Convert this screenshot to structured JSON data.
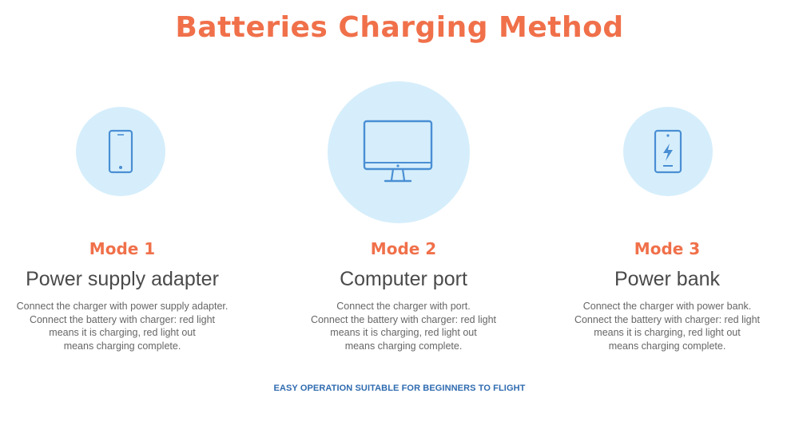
{
  "title": "Batteries Charging Method",
  "modes": [
    {
      "label": "Mode 1",
      "name": "Power supply adapter",
      "icon": "phone-icon",
      "desc": [
        "Connect the  charger with power supply adapter.",
        "Connect the battery with charger: red light",
        "means it is charging, red light out",
        "means charging complete."
      ]
    },
    {
      "label": "Mode 2",
      "name": "Computer port",
      "icon": "monitor-icon",
      "desc": [
        "Connect the  charger with port.",
        "Connect the battery with charger: red light",
        "means it is charging, red light out",
        "means charging complete."
      ]
    },
    {
      "label": "Mode 3",
      "name": "Power bank",
      "icon": "power-bank-icon",
      "desc": [
        "Connect the  charger with power bank.",
        "Connect the battery with charger: red light",
        "means it is charging, red light out",
        "means charging complete."
      ]
    }
  ],
  "footer": "EASY OPERATION SUITABLE FOR BEGINNERS TO FLIGHT",
  "colors": {
    "accent": "#f0704a",
    "circle": "#d6eefb",
    "icon": "#4a8fd4",
    "footer": "#2f6bb0"
  }
}
